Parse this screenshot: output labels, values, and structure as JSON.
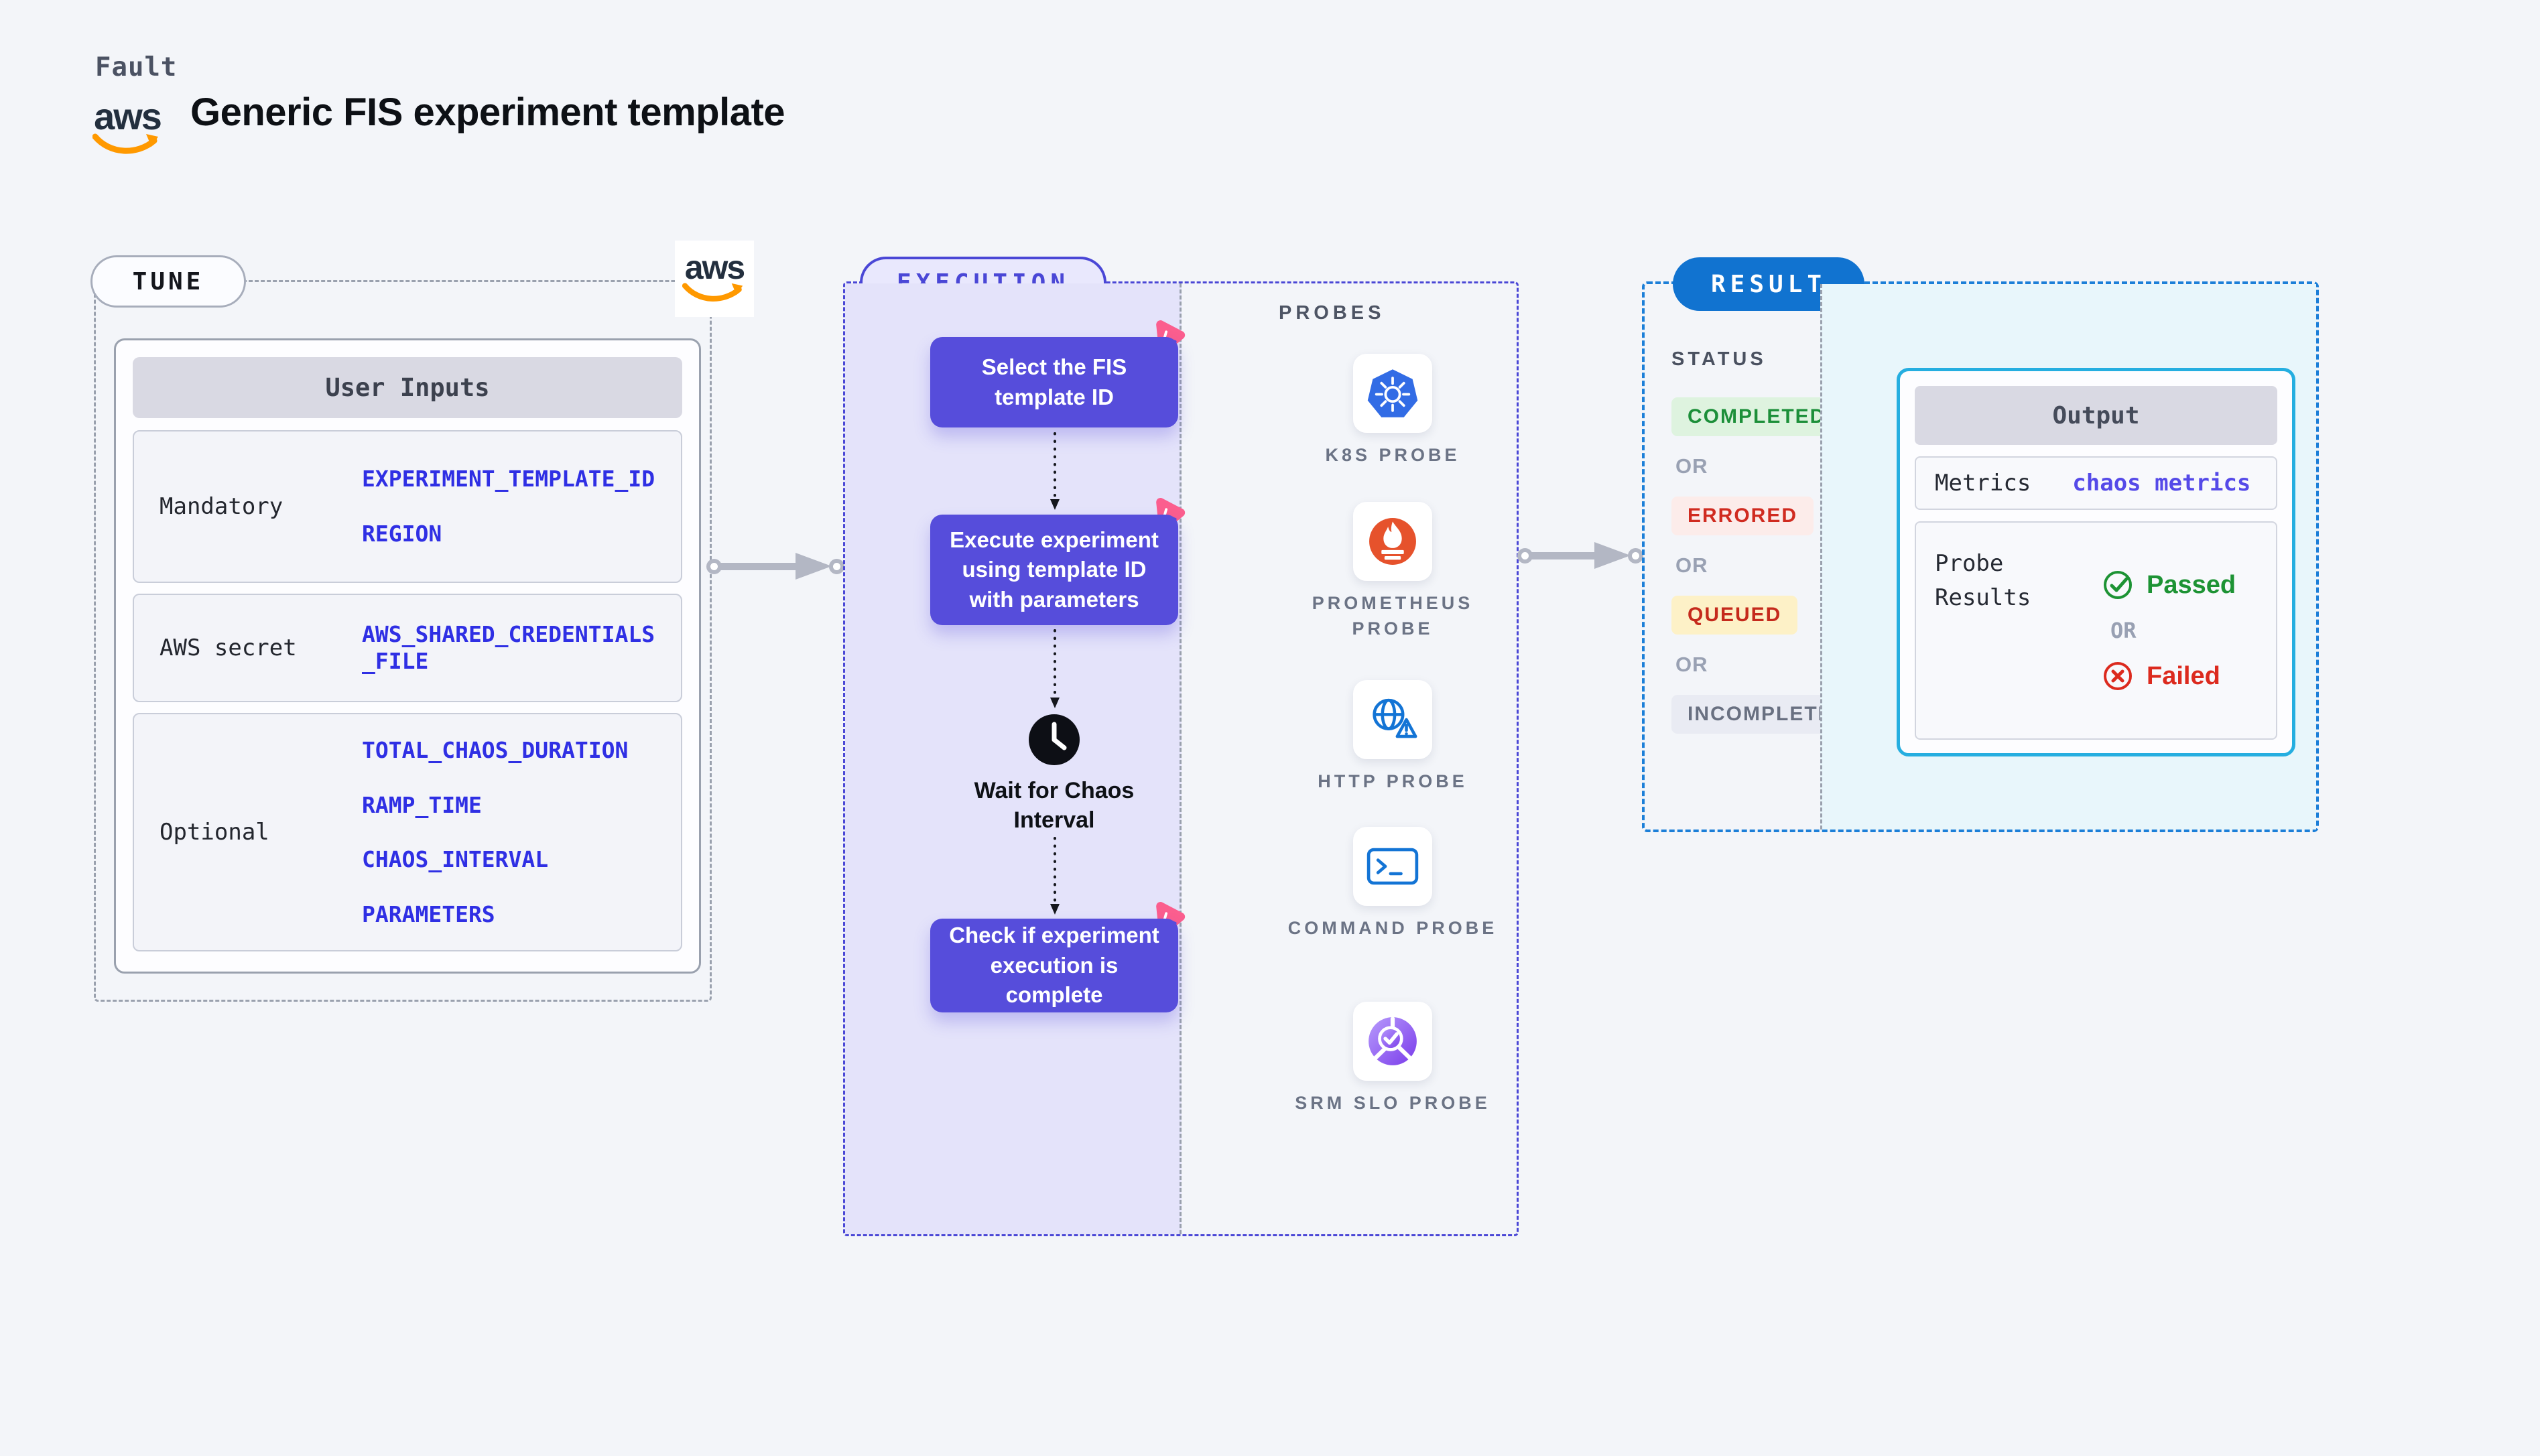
{
  "header": {
    "brand": "Fault",
    "aws_wordmark": "aws",
    "title": "Generic FIS experiment template"
  },
  "tune": {
    "label": "TUNE",
    "table": {
      "header": "User Inputs",
      "rows": [
        {
          "label": "Mandatory",
          "values": [
            "EXPERIMENT_TEMPLATE_ID",
            "REGION"
          ]
        },
        {
          "label": "AWS secret",
          "values": [
            "AWS_SHARED_CREDENTIALS\n_FILE"
          ]
        },
        {
          "label": "Optional",
          "values": [
            "TOTAL_CHAOS_DURATION",
            "RAMP_TIME",
            "CHAOS_INTERVAL",
            "PARAMETERS"
          ]
        }
      ]
    }
  },
  "execution": {
    "label": "EXECUTION",
    "steps": [
      {
        "text": "Select the FIS template ID"
      },
      {
        "text": "Execute experiment using template ID with parameters"
      },
      {
        "text": "Check if experiment execution is complete"
      }
    ],
    "wait_step": "Wait for Chaos Interval"
  },
  "probes": {
    "label": "PROBES",
    "items": [
      {
        "name": "K8S PROBE",
        "icon": "kubernetes-icon"
      },
      {
        "name": "PROMETHEUS PROBE",
        "icon": "prometheus-icon"
      },
      {
        "name": "HTTP PROBE",
        "icon": "globe-warning-icon"
      },
      {
        "name": "COMMAND PROBE",
        "icon": "terminal-icon"
      },
      {
        "name": "SRM SLO PROBE",
        "icon": "slo-pie-check-icon"
      }
    ]
  },
  "result": {
    "label": "RESULT",
    "status_label": "STATUS",
    "or_label": "OR",
    "statuses": [
      {
        "text": "COMPLETED",
        "fg": "#1c8f39",
        "bg": "#def3df"
      },
      {
        "text": "ERRORED",
        "fg": "#d02b20",
        "bg": "#fcecea"
      },
      {
        "text": "QUEUED",
        "fg": "#c52a1c",
        "bg": "#fdf1c7"
      },
      {
        "text": "INCOMPLETED",
        "fg": "#697081",
        "bg": "#e9ebf3"
      }
    ],
    "output": {
      "header": "Output",
      "metrics_label": "Metrics",
      "metrics_value": "chaos metrics",
      "probe_results_label": "Probe Results",
      "passed_label": "Passed",
      "or_label": "OR",
      "failed_label": "Failed"
    }
  },
  "colors": {
    "page_bg": "#f3f5f9",
    "step_purple": "#564ddb",
    "lavender_panel": "#e4e3fa",
    "execution_border": "#4a47d6",
    "tune_border": "#9aa1ae",
    "result_border": "#1c7fd8",
    "result_pill_bg": "#1173d0",
    "cyan_panel_bg": "#e8f6fb",
    "output_border": "#25aee0",
    "env_var_text": "#2f2fe4",
    "metrics_link": "#554ae8",
    "passed_green": "#1d9334",
    "failed_red": "#dc2a1e",
    "pink_badge": "#fb5e8e",
    "aws_orange": "#ff9900",
    "k8s_blue": "#326ce5",
    "prometheus_orange": "#e6522c",
    "probe_icon_blue": "#1374d5",
    "slo_purple": "#7a3bea",
    "arrow_grey": "#b3b7c4"
  }
}
